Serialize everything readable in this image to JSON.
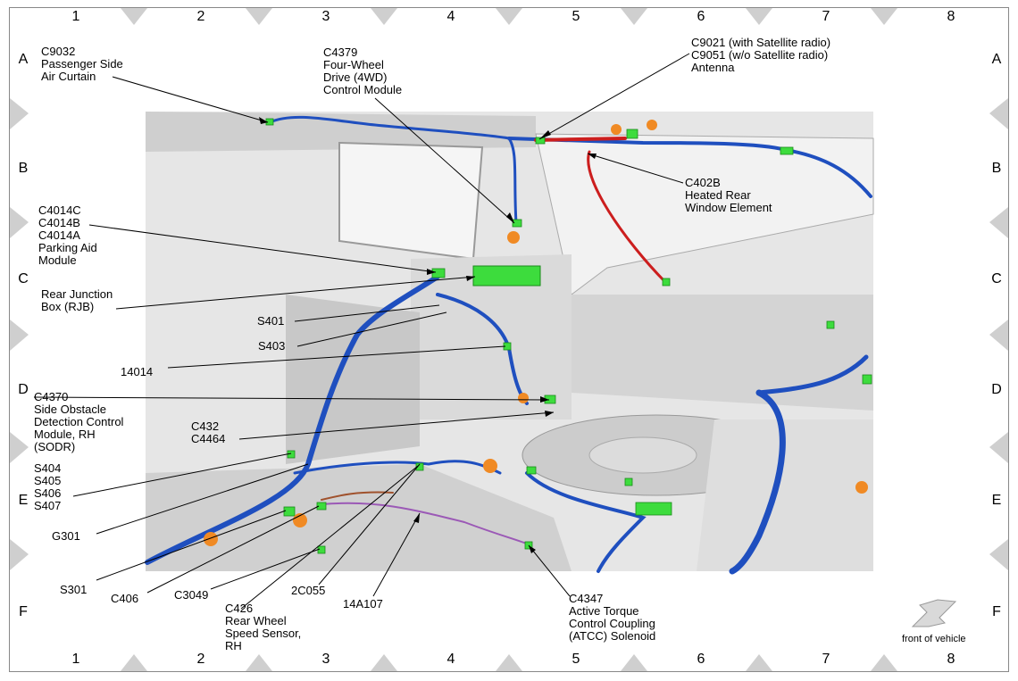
{
  "grid": {
    "columns": [
      "1",
      "2",
      "3",
      "4",
      "5",
      "6",
      "7",
      "8"
    ],
    "rows": [
      "A",
      "B",
      "C",
      "D",
      "E",
      "F"
    ]
  },
  "callouts": [
    {
      "id": "c9032",
      "text": "C9032\nPassenger Side\nAir Curtain"
    },
    {
      "id": "c4379",
      "text": "C4379\nFour-Wheel\nDrive (4WD)\nControl Module"
    },
    {
      "id": "c9021",
      "text": "C9021 (with Satellite radio)\nC9051 (w/o Satellite radio)\nAntenna"
    },
    {
      "id": "c402b",
      "text": "C402B\nHeated Rear\nWindow Element"
    },
    {
      "id": "c4014",
      "text": "C4014C\nC4014B\nC4014A\nParking Aid\nModule"
    },
    {
      "id": "rjb",
      "text": "Rear Junction\nBox (RJB)"
    },
    {
      "id": "s401",
      "text": "S401"
    },
    {
      "id": "s403",
      "text": "S403"
    },
    {
      "id": "w14014",
      "text": "14014"
    },
    {
      "id": "c4370",
      "text": "C4370\nSide Obstacle\nDetection Control\nModule, RH\n(SODR)"
    },
    {
      "id": "c432",
      "text": "C432\nC4464"
    },
    {
      "id": "s404",
      "text": "S404\nS405\nS406\nS407"
    },
    {
      "id": "g301",
      "text": "G301"
    },
    {
      "id": "s301",
      "text": "S301"
    },
    {
      "id": "c406",
      "text": "C406"
    },
    {
      "id": "c3049",
      "text": "C3049"
    },
    {
      "id": "c426",
      "text": "C426\nRear Wheel\nSpeed Sensor,\nRH"
    },
    {
      "id": "w2c055",
      "text": "2C055"
    },
    {
      "id": "w14a107",
      "text": "14A107"
    },
    {
      "id": "c4347",
      "text": "C4347\nActive Torque\nControl Coupling\n(ATCC) Solenoid"
    }
  ],
  "front_of_vehicle": "front of vehicle",
  "colors": {
    "harness": "#1f4fbf",
    "harness_dark": "#1a3a8a",
    "heated_wire": "#cc1e1e",
    "purple_wire": "#9b59b6",
    "brown_wire": "#a0522d",
    "connector": "#3ddc3d",
    "grommet": "#f08a24",
    "body": "#d9d9d9"
  }
}
